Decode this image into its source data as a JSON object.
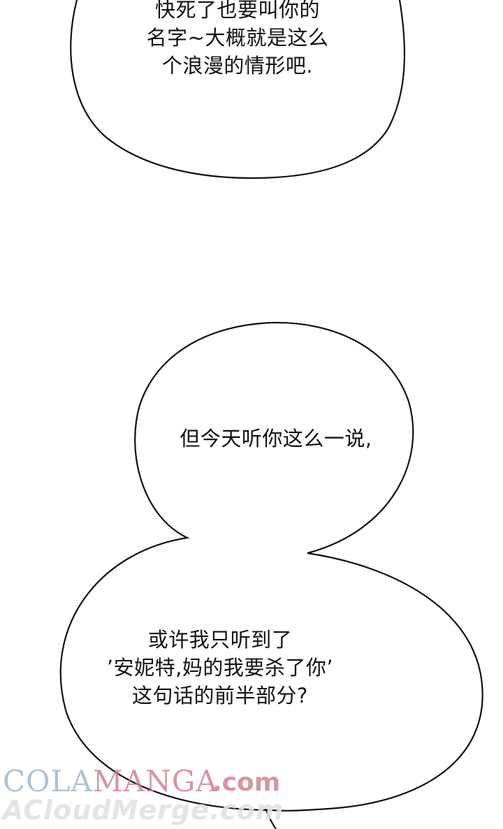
{
  "bubbles": [
    {
      "lines": [
        "快死了也要叫你的",
        "名字~大概就是这么",
        "个浪漫的情形吧."
      ]
    },
    {
      "lines": [
        "但今天听你这么一说,"
      ]
    },
    {
      "lines": [
        "或许我只听到了",
        "’安妮特,妈的我要杀了你’",
        "这句话的前半部分?"
      ]
    }
  ],
  "watermark": {
    "brand_part1": "COLA",
    "brand_part2": "MANGA",
    "domain_suffix": ".com",
    "line2": "ACloudMerge.com"
  }
}
